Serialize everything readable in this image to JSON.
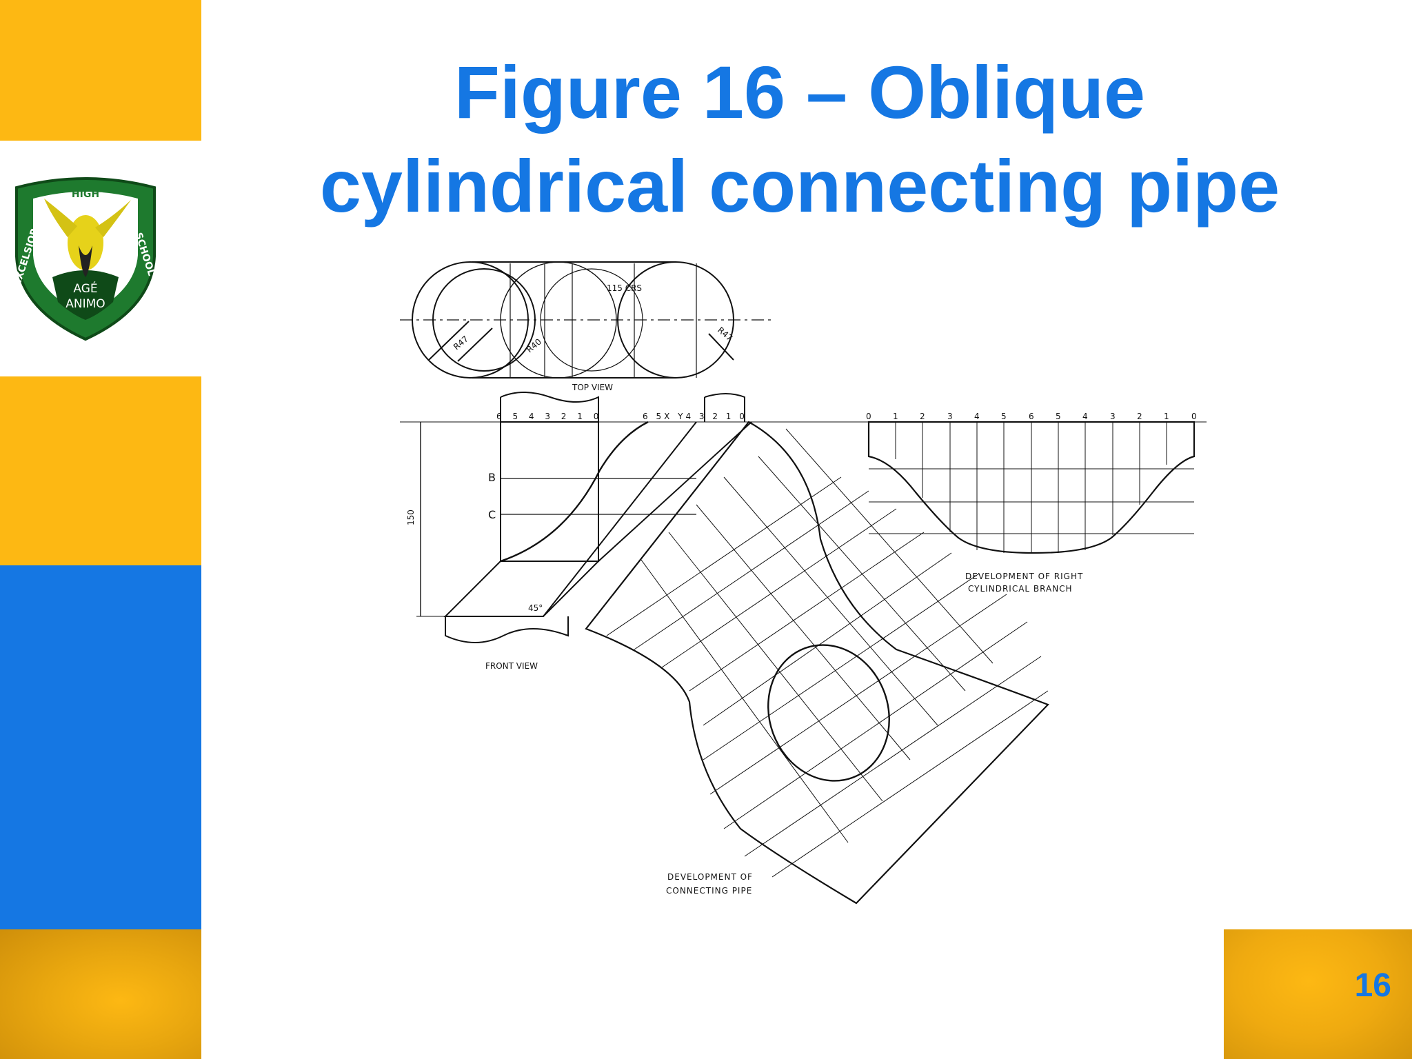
{
  "slide": {
    "title_line1": "Figure 16 – Oblique",
    "title_line2": "cylindrical connecting pipe",
    "page_number": "16"
  },
  "logo": {
    "top_text": "HIGH",
    "left_text": "EXCELSIOR",
    "right_text": "SCHOOL",
    "motto_line1": "AGÉ",
    "motto_line2": "ANIMO"
  },
  "drawing": {
    "top_view_label": "TOP VIEW",
    "front_view_label": "FRONT VIEW",
    "dev_pipe_line1": "DEVELOPMENT OF",
    "dev_pipe_line2": "CONNECTING PIPE",
    "dev_branch_line1": "DEVELOPMENT OF RIGHT",
    "dev_branch_line2": "CYLINDRICAL BRANCH",
    "dim_centres": "115 CRS",
    "dim_height": "150",
    "dim_angle": "45°",
    "radius_left_outer": "R47",
    "radius_left_inner": "R40",
    "radius_right": "R47",
    "label_b": "B",
    "label_c": "C",
    "front_numbers": "6 5 4 3 2 1 0",
    "pipe_numbers": "6 5X Y4 3 2 1 0",
    "branch_numbers": [
      "0",
      "1",
      "2",
      "3",
      "4",
      "5",
      "6",
      "5",
      "4",
      "3",
      "2",
      "1",
      "0"
    ]
  },
  "colors": {
    "gold": "#FDB813",
    "blue": "#1577E3",
    "shield_green": "#1E7A2E",
    "ink": "#111111"
  }
}
